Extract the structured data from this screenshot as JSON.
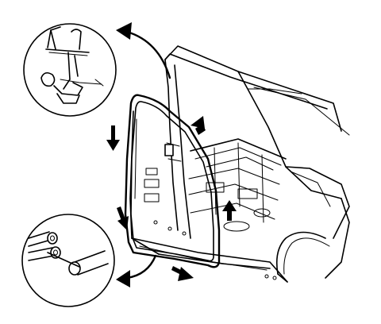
{
  "figure": {
    "type": "line-illustration",
    "subject": "door-opening-weatherstrip-installation",
    "colors": {
      "line": "#000000",
      "background": "#ffffff"
    },
    "callouts": [
      {
        "name": "clip-detail-callout",
        "points_to": "upper-b-pillar"
      },
      {
        "name": "tube-end-detail-callout",
        "points_to": "lower-rear-corner-seam"
      }
    ],
    "direction_arrows": [
      {
        "name": "arrow-down-upper-left",
        "direction": "down"
      },
      {
        "name": "arrow-down-lower-left",
        "direction": "down"
      },
      {
        "name": "arrow-up-a-pillar",
        "direction": "up-right"
      },
      {
        "name": "arrow-up-floor",
        "direction": "up"
      },
      {
        "name": "arrow-right-rocker",
        "direction": "down-right"
      }
    ]
  }
}
